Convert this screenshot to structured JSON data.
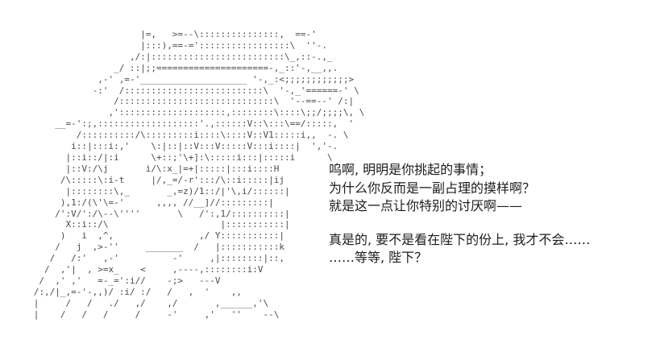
{
  "page": {
    "background_color": "#ffffff",
    "dialogue_text_color": "#1c1c1c",
    "aa_art_color": "#4a4a4a"
  },
  "aa_art": {
    "lines": [
      "                          |=,   >=--\\:::::::::::::::,  ==-'",
      "                          |:::),==-=':::::::::::::::::\\  ''-.",
      "                        ,/:|:::::::::::::::::::::::::\\_,::-.,_",
      "                     _/ ::|;;=====================-,_::'-,__,,.",
      "                  ,-' ,=-'____________________ '-,_:<;;;;;;;;;;;;>",
      "                 -:'  /::::::::::::::::::::::::::\\  '-,_'======-' \\",
      "                     /:::::::::::::::::::::::::::::\\  '--==--' /:|",
      "                    ,'::::::::::::::::::::,::::::::\\::::\\;;/;;;;\\, \\",
      "          __=-':;,:::::::::::::::::::'.,::::::V::\\:::\\==/:::::,  '",
      "              /::::::::::/\\:::::::::i::::\\::::V::V1:::::i,,  -. \\",
      "             i::|:::i:,'    \\:|::|::V:::V:::::V:::i::::|  ','-.",
      "            |::i::/|:i      \\+::;'\\+]:\\:::::i:::|:::::i      \\",
      "            |::V:/\\j       i/\\:x_|=+|:::::|:::i::::H",
      "           /\\:::::\\:i-t     |/,_=/-r':::/\\::i:::::|ij",
      "            |::::::::\\,_       _,=z)/1::/|'\\,i/::::::|",
      "           ),1:/(\\'\\=-'      ,,,, //__]//:::::::::|",
      "          /':V/':/\\--\\''''       \\   /':,1/::::::::::|",
      "            X::i::/\\                     |:::::::::::|",
      "           )   i  ,^,                ,/ Y:::::::::::|",
      "          /   j  ,>-''     _______  /   |:::::::::::k",
      "         /   /:'   ,-'          -'     ,|::::::::|::,",
      "        /  ,'|  , >=x_    <     ,----,::::::::i:V",
      "       /  ,' ,'   =-_=':i//    -;>   ---V",
      "      /:,/|_,=-'-,,)/ :i/ :/   /   ,  '    ,,",
      "      |     /   /   ./   ,/    ,/       ,______,'\\",
      "      |    /   /   /     /     -'     ,'   ''    --\\"
    ]
  },
  "dialogue": {
    "block1": [
      "呜啊, 明明是你挑起的事情；",
      "为什么你反而是一副占理的摸样啊？",
      "就是这一点让你特别的讨厌啊——"
    ],
    "block2": [
      "真是的, 要不是看在陛下的份上, 我才不会……",
      "……等等, 陛下？"
    ]
  }
}
